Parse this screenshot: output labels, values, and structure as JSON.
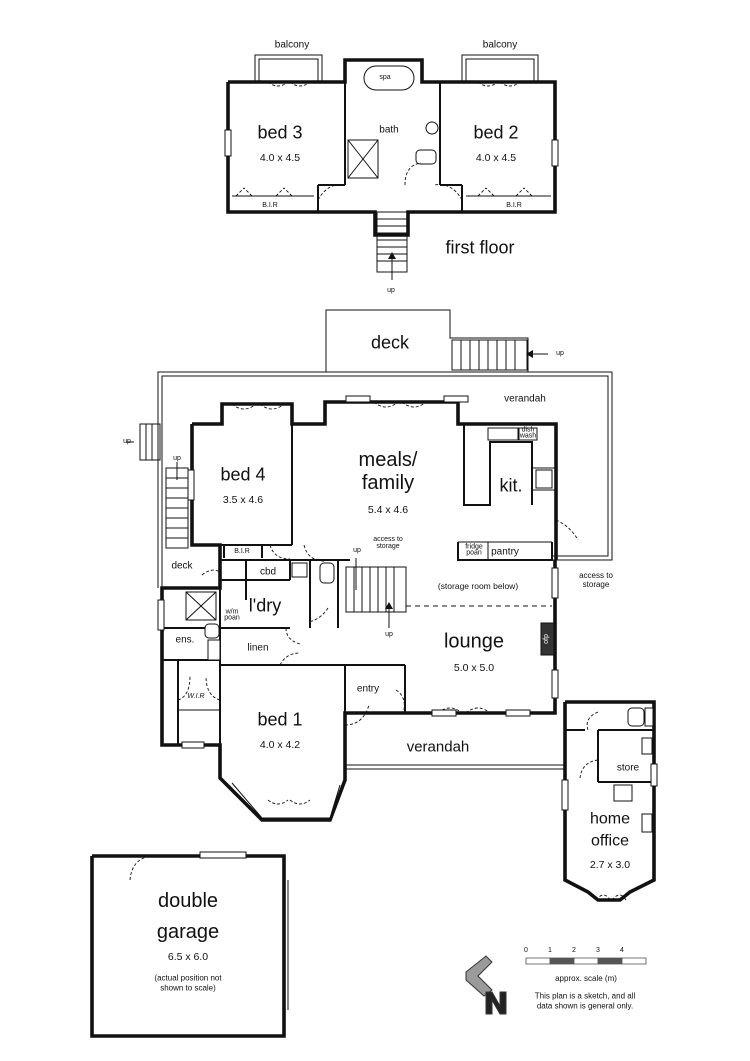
{
  "first_floor": {
    "title": "first floor",
    "balcony_left": "balcony",
    "balcony_right": "balcony",
    "bed3": {
      "name": "bed 3",
      "dims": "4.0 x 4.5",
      "bir": "B.I.R"
    },
    "bed2": {
      "name": "bed 2",
      "dims": "4.0 x 4.5",
      "bir": "B.I.R"
    },
    "bath": "bath",
    "spa": "spa",
    "stairs_up": "up"
  },
  "ground_floor": {
    "deck_top": "deck",
    "deck_top_up": "up",
    "verandah_top": "verandah",
    "up_left": "up",
    "up_left_stair": "up",
    "meals": {
      "name": "meals/\nfamily",
      "dims": "5.4 x 4.6"
    },
    "kitchen": "kit.",
    "dish_wash": "dish\nwash",
    "bed4": {
      "name": "bed 4",
      "dims": "3.5 x 4.6",
      "bir": "B.I.R"
    },
    "deck_left": "deck",
    "cbd": "cbd",
    "laundry": "l'dry",
    "ldry_wm": "w/m\npoan",
    "ens": "ens.",
    "linen": "linen",
    "wir": "W.I.R",
    "fridge": "fridge\npoan",
    "pantry": "pantry",
    "access_storage_small": "access to\nstorage",
    "stairs_up_mid": "up",
    "stairs_up_low": "up",
    "storage_below": "(storage room below)",
    "access_storage_right": "access to\nstorage",
    "ofp": "ofp",
    "lounge": {
      "name": "lounge",
      "dims": "5.0 x 5.0"
    },
    "entry": "entry",
    "bed1": {
      "name": "bed 1",
      "dims": "4.0 x 4.2"
    },
    "verandah_bottom": "verandah",
    "store": "store",
    "home_office": {
      "name": "home\noffice",
      "dims": "2.7 x 3.0"
    }
  },
  "garage": {
    "name": "double\ngarage",
    "dims": "6.5 x 6.0",
    "note": "(actual position not\nshown to scale)"
  },
  "scale": {
    "ticks": [
      "0",
      "1",
      "2",
      "3",
      "4"
    ],
    "caption": "approx. scale (m)",
    "disclaimer": "This plan is a sketch, and all\ndata shown is general only."
  }
}
